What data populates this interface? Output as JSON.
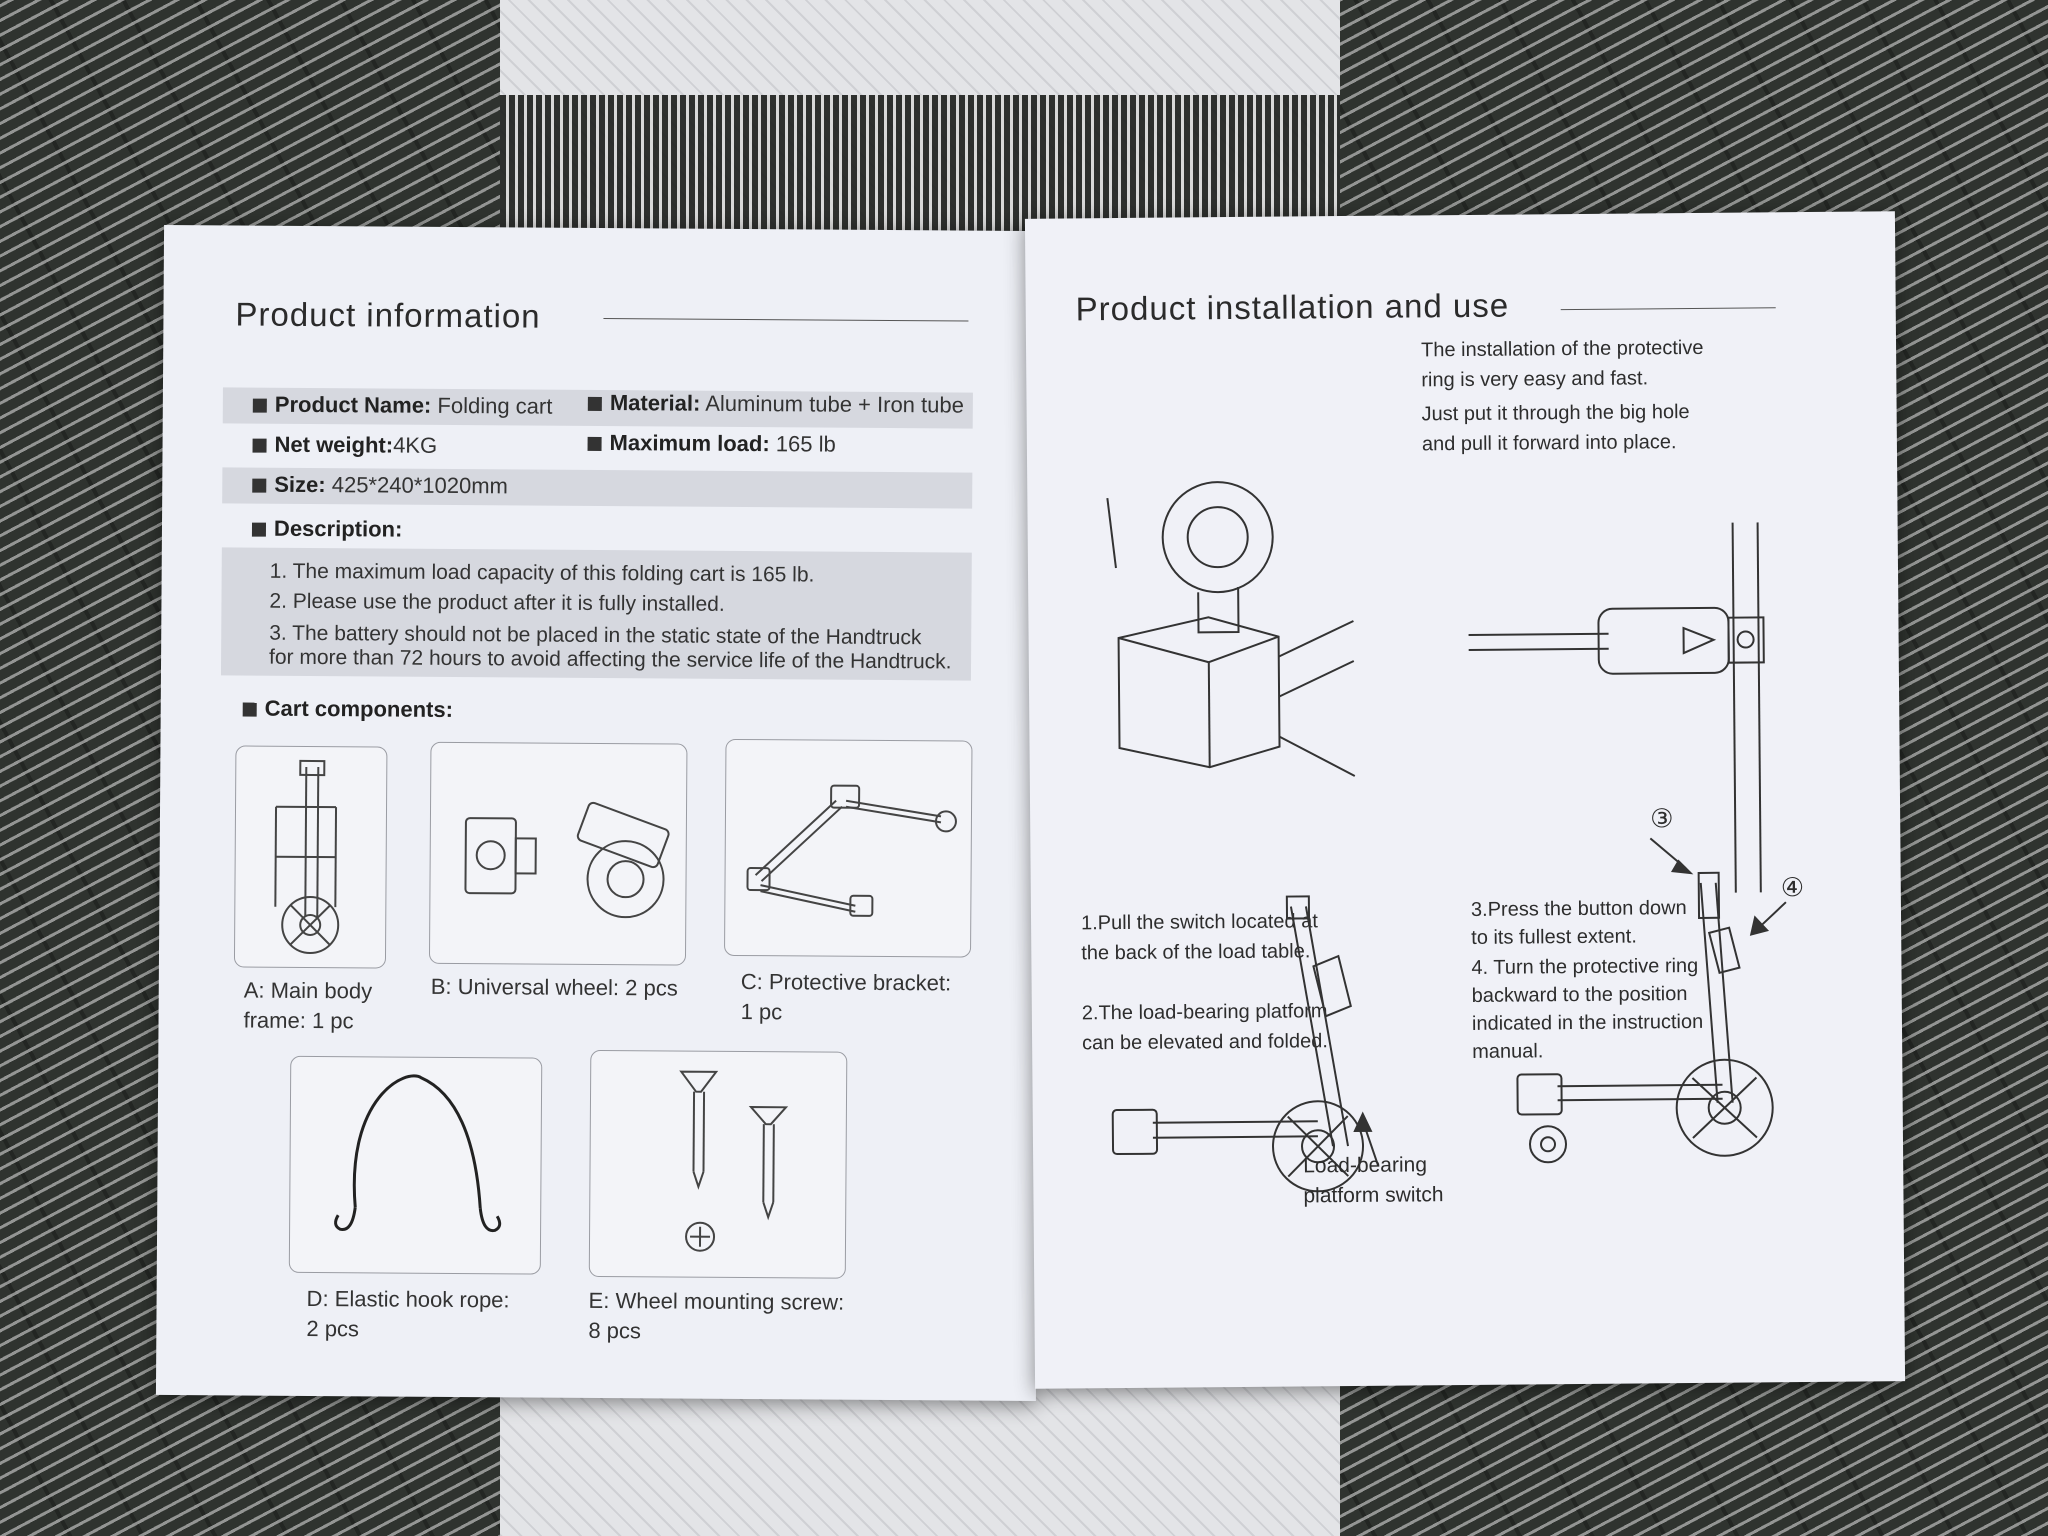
{
  "left_page": {
    "title": "Product information",
    "specs": {
      "product_name_label": "Product Name:",
      "product_name_value": "Folding cart",
      "material_label": "Material:",
      "material_value": "Aluminum tube + Iron tube",
      "net_weight_label": "Net weight:",
      "net_weight_value": "4KG",
      "max_load_label": "Maximum load:",
      "max_load_value": "165 lb",
      "size_label": "Size:",
      "size_value": "425*240*1020mm",
      "description_label": "Description:"
    },
    "description": [
      "1. The maximum load capacity of this folding cart is 165 lb.",
      "2. Please use the product after it is fully installed.",
      "3. The battery should not be placed in the static state of the Handtruck",
      "for more than 72 hours to avoid affecting the service life of the Handtruck."
    ],
    "components_label": "Cart components:",
    "components": [
      {
        "line1": "A: Main body",
        "line2": "frame: 1 pc"
      },
      {
        "line1": "B: Universal wheel: 2 pcs",
        "line2": ""
      },
      {
        "line1": "C: Protective bracket:",
        "line2": "1 pc"
      },
      {
        "line1": "D: Elastic hook rope:",
        "line2": "2 pcs"
      },
      {
        "line1": "E: Wheel mounting screw:",
        "line2": "8 pcs"
      }
    ]
  },
  "right_page": {
    "title": "Product installation and use",
    "ring_note": [
      "The installation of the protective",
      "ring is very easy and fast.",
      "Just put it through the big hole",
      "and pull it forward into place."
    ],
    "step_left": [
      "1.Pull the switch located at",
      "the back of the load table.",
      "2.The load-bearing platform",
      "can be elevated and folded."
    ],
    "step_right": [
      "3.Press the button down",
      "to its fullest extent.",
      "4. Turn the protective ring",
      "backward to the position",
      "indicated in the instruction",
      "manual."
    ],
    "callout_3": "③",
    "callout_4": "④",
    "switch_label": [
      "Load-bearing",
      "platform switch"
    ]
  }
}
